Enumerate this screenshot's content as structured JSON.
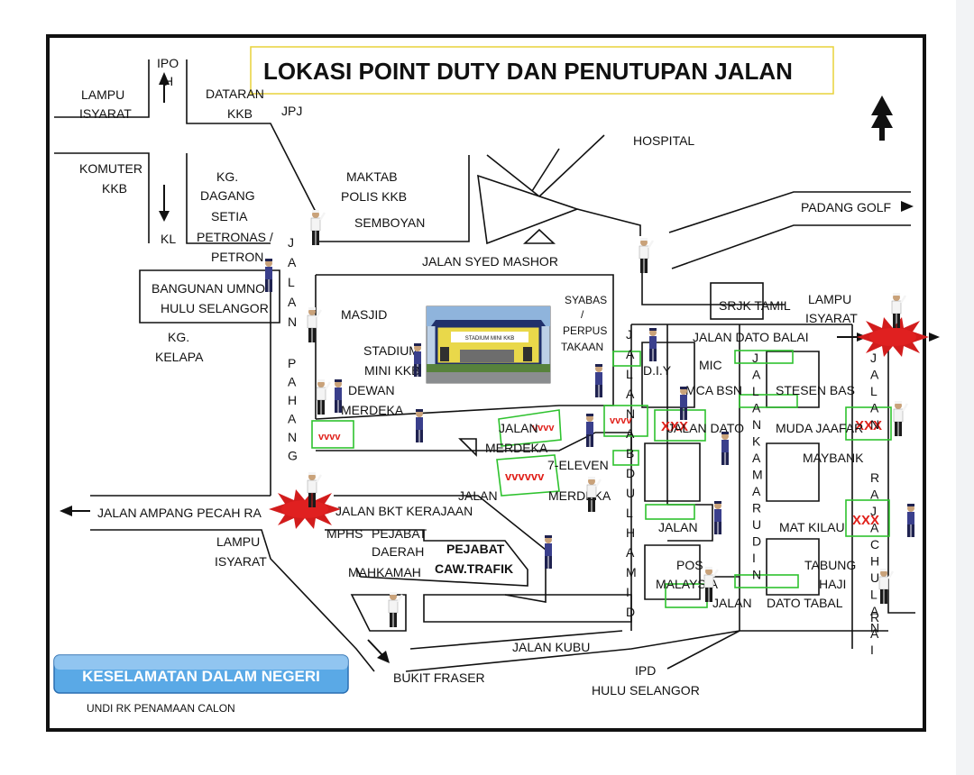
{
  "title": "LOKASI POINT DUTY DAN PENUTUPAN JALAN",
  "banner": "KESELAMATAN DALAM NEGERI",
  "footnote": "UNDI RK PENAMAAN CALON",
  "colors": {
    "highlight": "#2ec22e",
    "closure": "#e0201a",
    "banner_blue": "#5aa9e6",
    "title_border": "#e8d23a",
    "officer_uniform": "#3a3f8c"
  },
  "icons": {
    "north": "north-arrow-icon",
    "officer": "traffic-officer-icon",
    "signal": "traffic-light-junction-icon",
    "building": "stadium-photo"
  },
  "labels": {
    "ipoh_a": "IPO",
    "ipoh_b": "H",
    "lampu_isyarat_nw_1": "LAMPU",
    "lampu_isyarat_nw_2": "ISYARAT",
    "dataran_1": "DATARAN",
    "dataran_2": "KKB",
    "jpj": "JPJ",
    "komuter_1": "KOMUTER",
    "komuter_2": "KKB",
    "kl": "KL",
    "kg_dagang_1": "KG.",
    "kg_dagang_2": "DAGANG",
    "kg_dagang_3": "SETIA",
    "petronas_1": "PETRONAS /",
    "petronas_2": "PETRON",
    "maktab_1": "MAKTAB",
    "maktab_2": "POLIS KKB",
    "semboyan": "SEMBOYAN",
    "hospital": "HOSPITAL",
    "padang_golf": "PADANG GOLF",
    "jalan_syed_mashor": "JALAN   SYED    MASHOR",
    "umno_1": "BANGUNAN UMNO",
    "umno_2": "HULU SELANGOR",
    "masjid": "MASJID",
    "kg_kelapa_1": "KG.",
    "kg_kelapa_2": "KELAPA",
    "stadium_1": "STADIUM",
    "stadium_2": "MINI KKB",
    "dewan_1": "DEWAN",
    "dewan_2": "MERDEKA",
    "syabas_1": "SYABAS",
    "syabas_2": "/",
    "syabas_3": "PERPUS",
    "syabas_4": "TAKAAN",
    "srjk_tamil": "SRJK TAMIL",
    "lampu_isyarat_ne_1": "LAMPU",
    "lampu_isyarat_ne_2": "ISYARAT",
    "jalan_dato_balai": "JALAN    DATO BALAI",
    "diy": "D.I.Y",
    "mic": "MIC",
    "mca_bsn": "MCA BSN",
    "stesen_bas": "STESEN BAS",
    "jalan_merdeka_1": "JALAN",
    "jalan_merdeka_2": "MERDEKA",
    "seven_eleven": "7-ELEVEN",
    "jalan_merdeka_3": "JALAN",
    "jalan_merdeka_4": "MERDEKA",
    "jalan_dato_muda": "JALAN  DATO",
    "muda_jaafar": "MUDA  JAAFAR",
    "maybank": "MAYBANK",
    "jalan_ampang": "JALAN AMPANG PECAH RA",
    "jalan_bkt": "JALAN BKT KERAJAAN",
    "lampu_isyarat_w_1": "LAMPU",
    "lampu_isyarat_w_2": "ISYARAT",
    "mphs": "MPHS",
    "pejabat_daerah_1": "PEJABAT",
    "pejabat_daerah_2": "DAERAH",
    "mahkamah": "MAHKAMAH",
    "caw_trafik_1": "PEJABAT",
    "caw_trafik_2": "CAW.TRAFIK",
    "jalan_small": "JALAN",
    "mat_kilau": "MAT  KILAU",
    "pos_1": "POS",
    "pos_2": "MALAYSIA",
    "tabung_1": "TABUNG",
    "tabung_2": "HAJI",
    "jalan_dato_tabal_1": "JALAN",
    "jalan_dato_tabal_2": "DATO TABAL",
    "jalan_kubu": "JALAN KUBU",
    "bukit_fraser": "BUKIT FRASER",
    "ipd_1": "IPD",
    "ipd_2": "HULU SELANGOR"
  },
  "vertical_streets": {
    "jalan_pahang_top": "JALAN",
    "jalan_pahang_bottom": "PAHANG",
    "jalan_abdul_hamid": "JALANABDULHAMID",
    "jalan_ankamarudin": "JALANKAMARUDIN",
    "jalan_raja_1": "JALAN",
    "jalan_raja_2": "RAJACHULAN",
    "jalan_raja_3": "RAI"
  },
  "closures": {
    "xxx": "XXX",
    "wavy": "vvvv",
    "wavy_long": "vvvvvv"
  },
  "stadium_sign": "STADIUM MINI KKB"
}
